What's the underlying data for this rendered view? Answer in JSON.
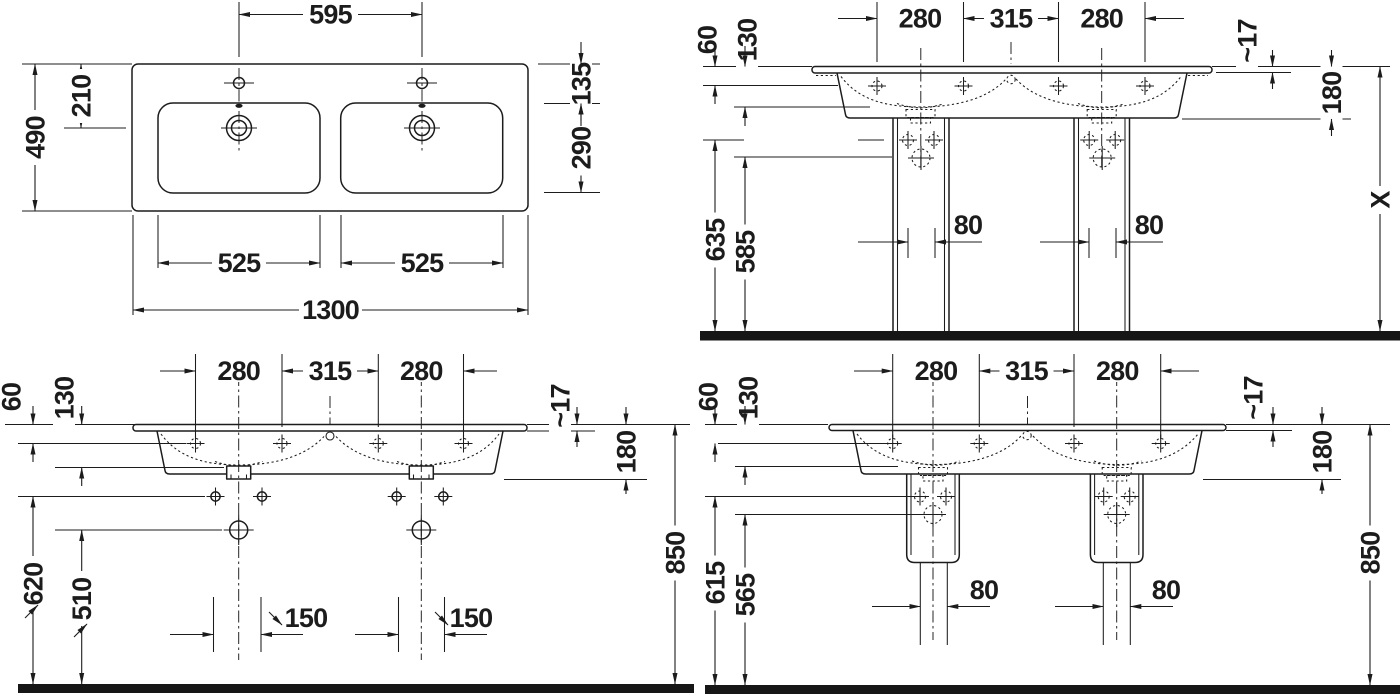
{
  "colors": {
    "line": "#1c1c1c",
    "floor": "#161616",
    "background": "#ffffff"
  },
  "views": {
    "plan": {
      "dims": {
        "tap_spacing": "595",
        "total_depth": "490",
        "drain_offset": "210",
        "back_to_bowl": "135",
        "bowl_depth": "290",
        "bowl_width_left": "525",
        "bowl_width_right": "525",
        "total_width": "1300"
      }
    },
    "pedestal": {
      "dims": {
        "top_to_holes": "60",
        "top_to_bowl": "130",
        "holes_left": "280",
        "holes_center": "315",
        "holes_right": "280",
        "rim_thickness": "~17",
        "apron_height": "180",
        "fixing_height": "635",
        "siphon_height": "585",
        "drain_width_left": "80",
        "drain_width_right": "80",
        "mounting_height": "X"
      }
    },
    "wall": {
      "dims": {
        "top_to_holes": "60",
        "top_to_bowl": "130",
        "holes_left": "280",
        "holes_center": "315",
        "holes_right": "280",
        "rim_thickness": "~17",
        "apron_height": "180",
        "bolt_height": "620",
        "supply_height": "510",
        "bolt_spacing_left": "150",
        "bolt_spacing_right": "150",
        "rim_height": "850"
      }
    },
    "semi_pedestal": {
      "dims": {
        "top_to_holes": "60",
        "top_to_bowl": "130",
        "holes_left": "280",
        "holes_center": "315",
        "holes_right": "280",
        "rim_thickness": "~17",
        "apron_height": "180",
        "fixing_height": "615",
        "siphon_height": "565",
        "drain_width_left": "80",
        "drain_width_right": "80",
        "rim_height": "850"
      }
    }
  }
}
